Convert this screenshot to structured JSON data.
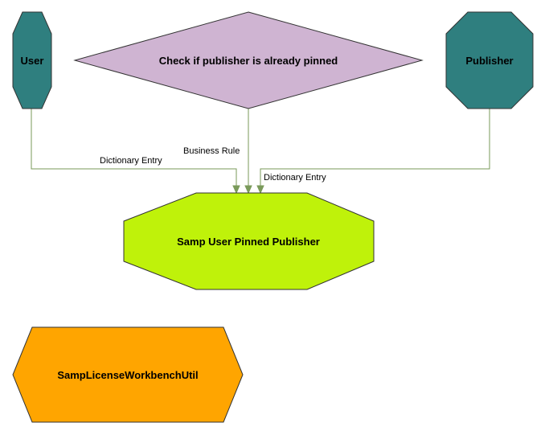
{
  "diagram": {
    "nodes": {
      "user": {
        "label": "User",
        "color": "#2f7f7f"
      },
      "rule": {
        "label": "Check if publisher is already pinned",
        "color": "#cfb4d2"
      },
      "publisher": {
        "label": "Publisher",
        "color": "#2f7f7f"
      },
      "pinned": {
        "label": "Samp User Pinned Publisher",
        "color": "#bff20a"
      },
      "util": {
        "label": "SampLicenseWorkbenchUtil",
        "color": "#ffa500"
      }
    },
    "edges": {
      "user_to_pinned": {
        "label": "Dictionary Entry"
      },
      "rule_to_pinned": {
        "label": "Business Rule"
      },
      "publisher_to_pinned": {
        "label": "Dictionary Entry"
      }
    },
    "edge_color": "#7a9a5a"
  }
}
